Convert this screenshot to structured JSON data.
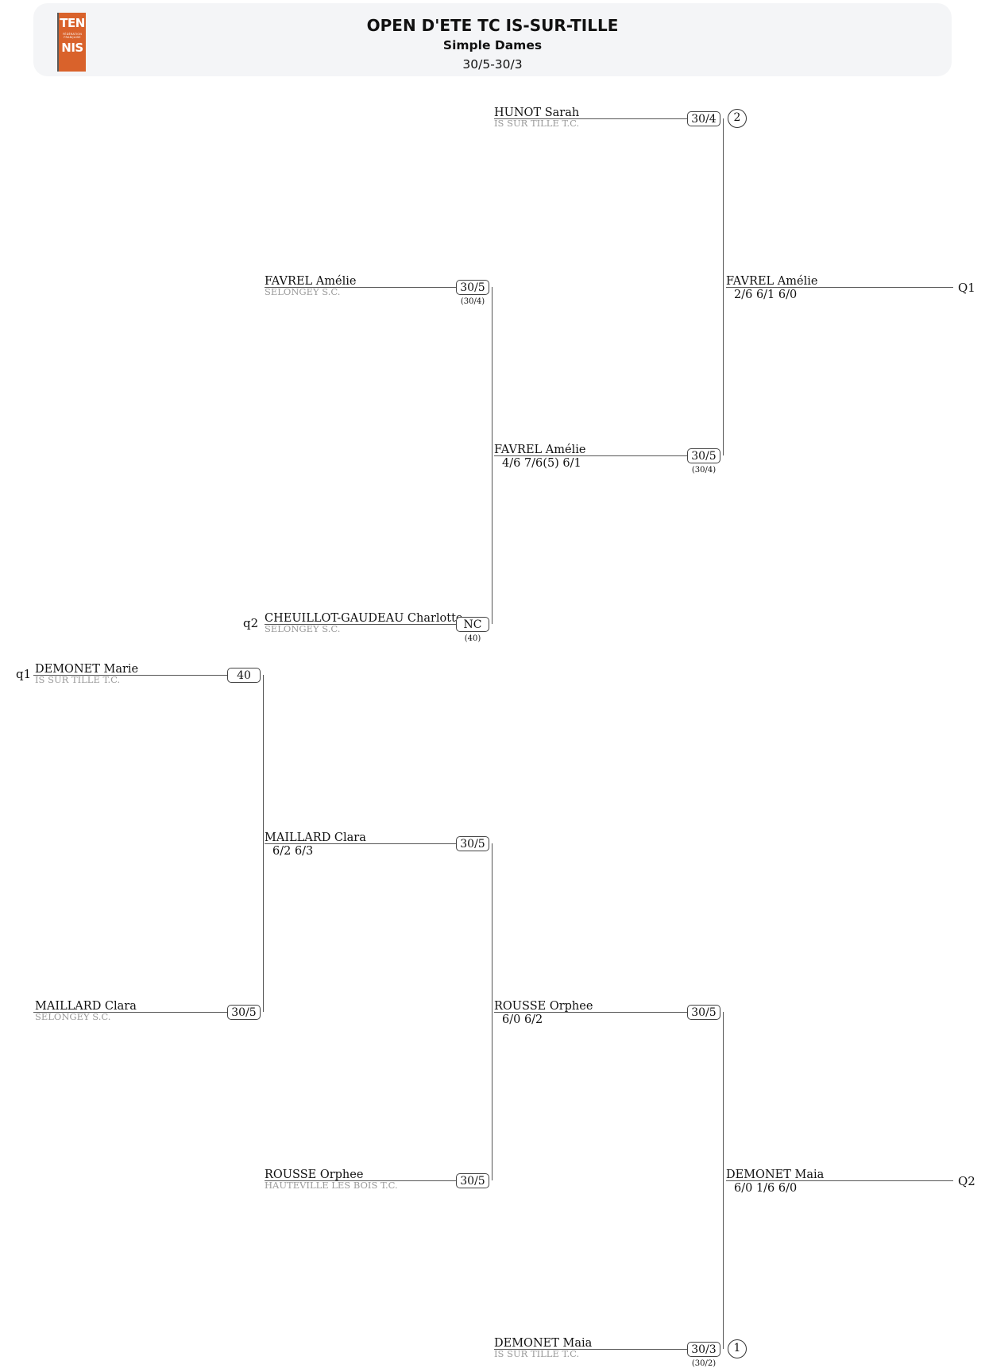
{
  "header": {
    "logo": {
      "top": "TEN",
      "middle": "FÉDÉRATION FRANÇAISE",
      "bottom": "NIS"
    },
    "title": "OPEN D'ETE TC IS-SUR-TILLE",
    "subtitle": "Simple Dames",
    "range": "30/5-30/3"
  },
  "players": {
    "hunot": {
      "name": "HUNOT Sarah",
      "club": "IS SUR TILLE T.C.",
      "rank": "30/4",
      "seed": "2"
    },
    "favrel_r1": {
      "name": "FAVREL Amélie",
      "club": "SELONGEY S.C.",
      "rank": "30/5",
      "sub": "(30/4)"
    },
    "cheuillot": {
      "name": "CHEUILLOT-GAUDEAU Charlotte",
      "club": "SELONGEY S.C.",
      "rank": "NC",
      "sub": "(40)",
      "tag": "q2"
    },
    "demonet_marie": {
      "name": "DEMONET Marie",
      "club": "IS SUR TILLE T.C.",
      "rank": "40",
      "tag": "q1"
    },
    "maillard_r1": {
      "name": "MAILLARD Clara",
      "club": "SELONGEY S.C.",
      "rank": "30/5"
    },
    "rousse_r1": {
      "name": "ROUSSE Orphee",
      "club": "HAUTEVILLE LES BOIS T.C.",
      "rank": "30/5"
    },
    "demonet_maia": {
      "name": "DEMONET Maia",
      "club": "IS SUR TILLE T.C.",
      "rank": "30/3",
      "sub": "(30/2)",
      "seed": "1"
    }
  },
  "results": {
    "favrel_r2": {
      "name": "FAVREL Amélie",
      "score": "4/6 7/6(5) 6/1",
      "rank": "30/5",
      "sub": "(30/4)"
    },
    "favrel_final": {
      "name": "FAVREL Amélie",
      "score": "2/6 6/1 6/0",
      "tag": "Q1"
    },
    "maillard_r2": {
      "name": "MAILLARD Clara",
      "score": "6/2 6/3",
      "rank": "30/5"
    },
    "rousse_r2": {
      "name": "ROUSSE Orphee",
      "score": "6/0 6/2",
      "rank": "30/5"
    },
    "demonet_maia_final": {
      "name": "DEMONET Maia",
      "score": "6/0 1/6 6/0",
      "tag": "Q2"
    }
  }
}
